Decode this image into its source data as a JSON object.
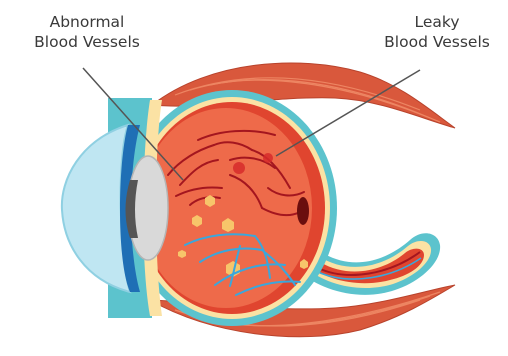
{
  "labels": {
    "abnormal": [
      "Abnormal",
      "Blood Vessels"
    ],
    "leaky": [
      "Leaky",
      "Blood Vessels"
    ]
  },
  "colors": {
    "muscle": "#d9583c",
    "muscle_stripe": "#f08a67",
    "sclera_outer": "#5cc3cd",
    "sclera_inner": "#fbe2a4",
    "retina": "#e0452f",
    "vitreous": "#ee6a4a",
    "cornea": "#bfe6f2",
    "iris": "#1f6fb5",
    "lens": "#d8d8d8",
    "vessel_red": "#a4161f",
    "vessel_blue": "#3aa7dc",
    "exudate": "#f7c56a",
    "leader_line": "#555555"
  }
}
